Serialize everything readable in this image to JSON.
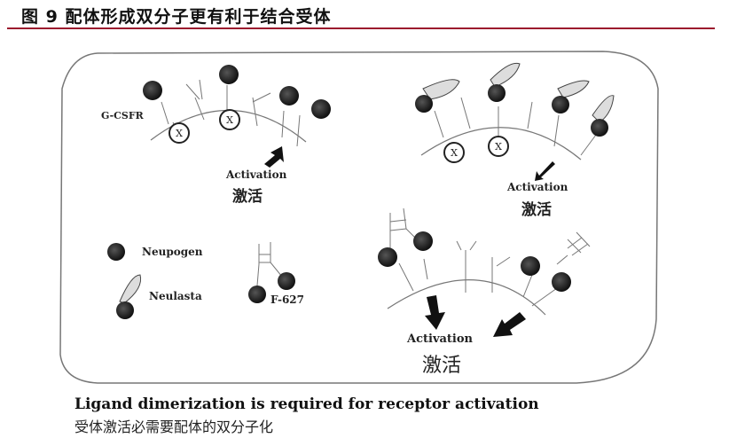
{
  "figure": {
    "title": "图 9 配体形成双分子更有利于结合受体",
    "accent_color": "#9c1b2e"
  },
  "panels": {
    "top_left": {
      "receptor_label": "G-CSFR",
      "activation_en": "Activation",
      "activation_zh": "激活",
      "blocked_marker": "X"
    },
    "top_right": {
      "activation_en": "Activation",
      "activation_zh": "激活",
      "blocked_marker": "X"
    },
    "bottom_right": {
      "activation_en": "Activation",
      "activation_zh": "激活"
    }
  },
  "legend": {
    "items": [
      {
        "name": "Neupogen",
        "shape": "dark-circle"
      },
      {
        "name": "Neulasta",
        "shape": "circle-with-peg-wedge"
      },
      {
        "name": "F-627",
        "shape": "dimer-circles"
      }
    ]
  },
  "caption": {
    "en": "Ligand dimerization is required for receptor activation",
    "zh": "受体激活必需要配体的双分子化"
  }
}
